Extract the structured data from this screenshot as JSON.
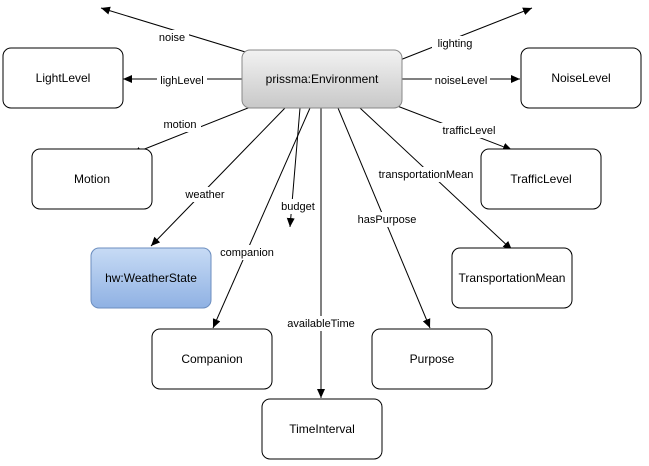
{
  "center": {
    "id": "env",
    "label": "prissma:Environment",
    "fill": "#dcdcdc"
  },
  "nodes": [
    {
      "id": "lightlevel",
      "label": "LightLevel",
      "fill": "#ffffff"
    },
    {
      "id": "noiselevel",
      "label": "NoiseLevel",
      "fill": "#ffffff"
    },
    {
      "id": "motion",
      "label": "Motion",
      "fill": "#ffffff"
    },
    {
      "id": "trafficlevel",
      "label": "TrafficLevel",
      "fill": "#ffffff"
    },
    {
      "id": "weatherstate",
      "label": "hw:WeatherState",
      "fill": "#a9c4eb"
    },
    {
      "id": "transportationmean",
      "label": "TransportationMean",
      "fill": "#ffffff"
    },
    {
      "id": "companion",
      "label": "Companion",
      "fill": "#ffffff"
    },
    {
      "id": "purpose",
      "label": "Purpose",
      "fill": "#ffffff"
    },
    {
      "id": "timeinterval",
      "label": "TimeInterval",
      "fill": "#ffffff"
    }
  ],
  "edges": [
    {
      "id": "noise",
      "label": "noise"
    },
    {
      "id": "lighting",
      "label": "lighting"
    },
    {
      "id": "lighlevel",
      "label": "lighLevel"
    },
    {
      "id": "noiselevel",
      "label": "noiseLevel"
    },
    {
      "id": "motion",
      "label": "motion"
    },
    {
      "id": "trafficlevel",
      "label": "trafficLevel"
    },
    {
      "id": "weather",
      "label": "weather"
    },
    {
      "id": "budget",
      "label": "budget"
    },
    {
      "id": "transportationmean",
      "label": "transportationMean"
    },
    {
      "id": "companion",
      "label": "companion"
    },
    {
      "id": "haspurpose",
      "label": "hasPurpose"
    },
    {
      "id": "availabletime",
      "label": "availableTime"
    }
  ]
}
